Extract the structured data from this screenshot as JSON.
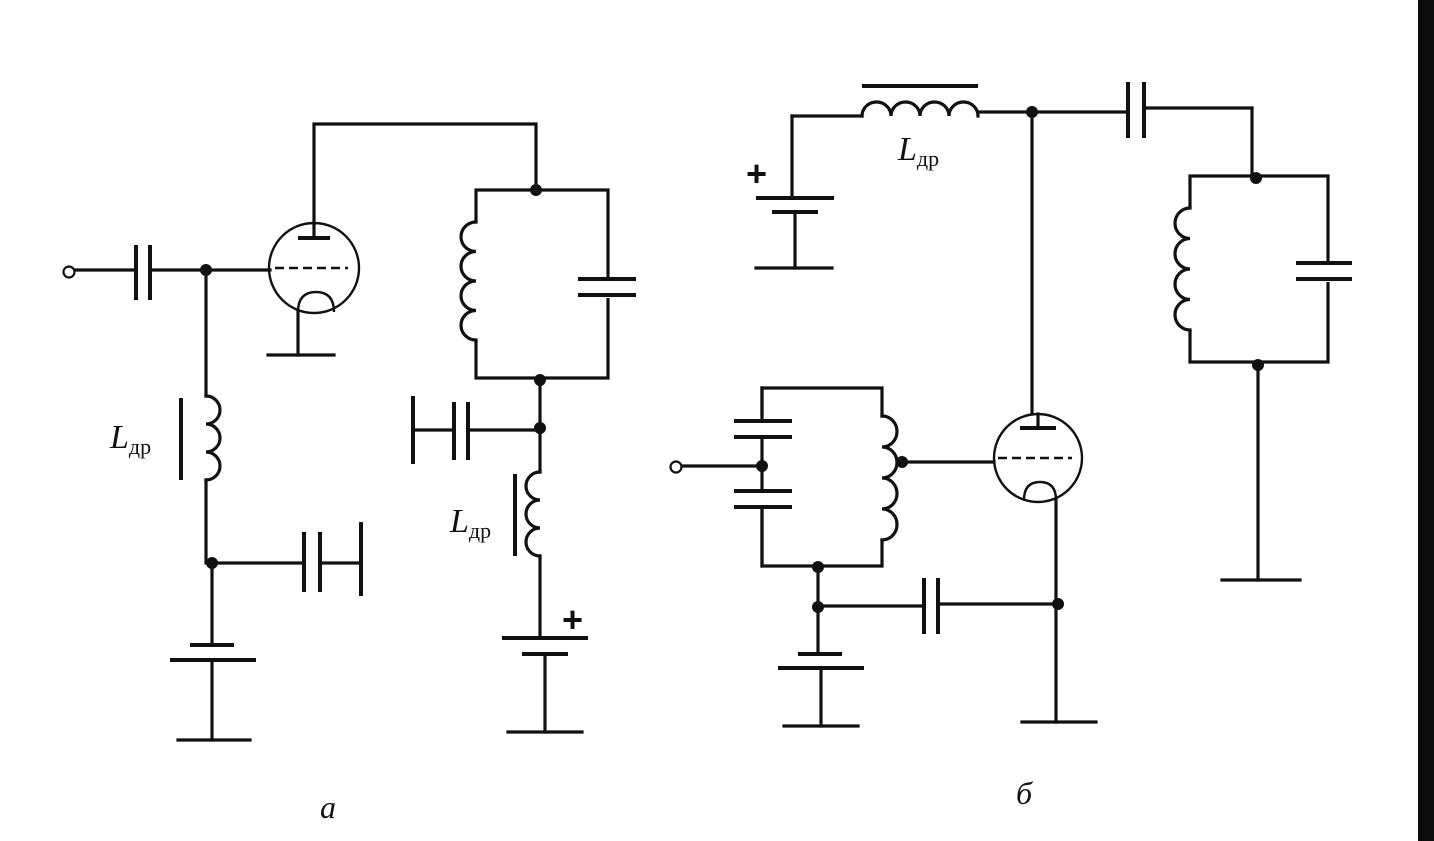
{
  "labels": {
    "choke_symbol": "L",
    "choke_subscript": "др",
    "plus": "+",
    "caption_a": "а",
    "caption_b": "б"
  },
  "colors": {
    "ink": "#111111",
    "paper": "#ffffff",
    "edge": "#0c0c0c"
  }
}
